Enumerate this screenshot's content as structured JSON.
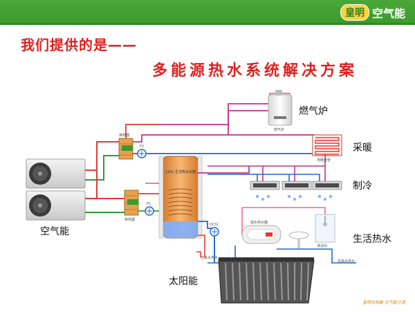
{
  "brand": {
    "badge": "皇明",
    "text": "空气能"
  },
  "headline": "我们提供的是——",
  "subline": "多能源热水系统解决方案",
  "labels": {
    "gas_boiler": "燃气炉",
    "heating": "采暖",
    "cooling": "制冷",
    "air_energy": "空气能",
    "hot_water": "生活热水",
    "solar": "太阳能"
  },
  "tank_label": "120L 生活热水水箱",
  "component_labels": {
    "pump_p1": "P1",
    "pump_p2": "P2",
    "hx_top": "换热器",
    "hx_bottom": "换热器",
    "dcs": "DCSI",
    "gas_unit": "燃气炉",
    "floor_heat": "地暖盘管",
    "water_heater": "储水热水器",
    "shower": "淋浴间",
    "city_water_1": "自来水供水",
    "city_water_2": "自来水供水"
  },
  "colors": {
    "accent_green": "#3c9a2e",
    "title_red": "#e02020",
    "pipe_red": "#e53935",
    "pipe_blue": "#1e66d0",
    "pipe_green": "#2e9b3a",
    "pipe_magenta": "#c2338a",
    "pipe_pink": "#e86aa0",
    "tank_orange": "#f2a35b"
  },
  "footer_slogan": "皇明太阳能·空气能之选"
}
